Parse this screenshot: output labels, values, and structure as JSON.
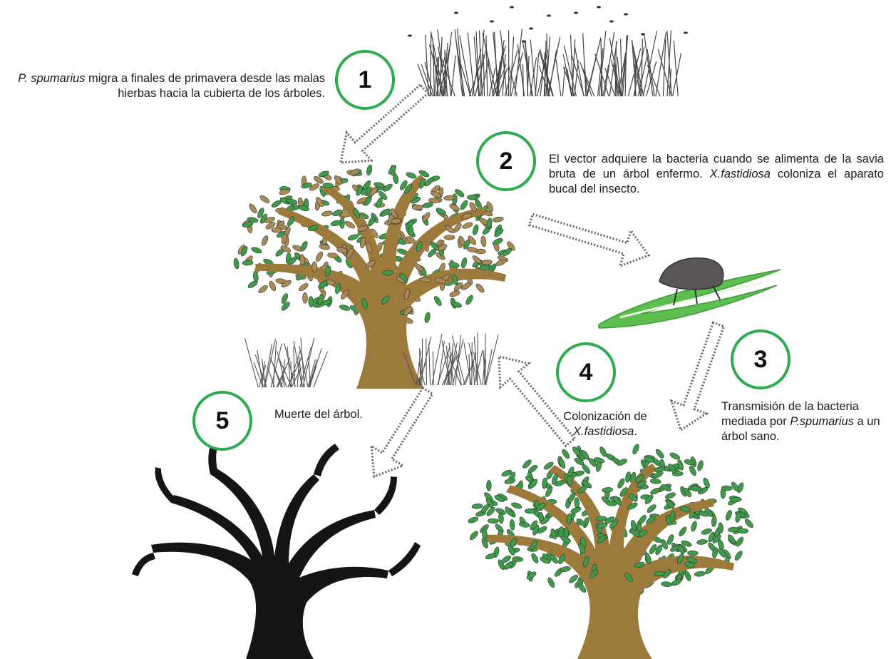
{
  "steps": [
    {
      "number": "1",
      "text_italic": "P. spumarius",
      "text": " migra a finales de primavera desde las malas hierbas hacia la cubierta de los árboles."
    },
    {
      "number": "2",
      "text_a": "El vector adquiere la bacteria cuando se alimenta de la savia bruta de un árbol enfermo. ",
      "text_italic": "X.fastidiosa",
      "text_b": " coloniza el aparato bucal del insecto."
    },
    {
      "number": "3",
      "text_a": "Transmisión de la bacteria mediada por ",
      "text_italic": "P.spumarius",
      "text_b": " a un árbol sano."
    },
    {
      "number": "4",
      "text_a": "Colonización de",
      "text_italic": "X.fastidiosa",
      "text_b": "."
    },
    {
      "number": "5",
      "text": "Muerte del árbol."
    }
  ],
  "colors": {
    "circle_border": "#2eaa4f",
    "trunk": "#9b7a3c",
    "leaf_green": "#3f9a4a",
    "leaf_brown": "#a98a55",
    "dead_tree": "#151515",
    "insect_leaf": "#5cbf4f",
    "insect": "#5a5656"
  },
  "icons": [
    "weeds",
    "diseased-tree",
    "insect-on-leaf",
    "healthy-tree",
    "dead-tree",
    "dotted-arrow"
  ]
}
